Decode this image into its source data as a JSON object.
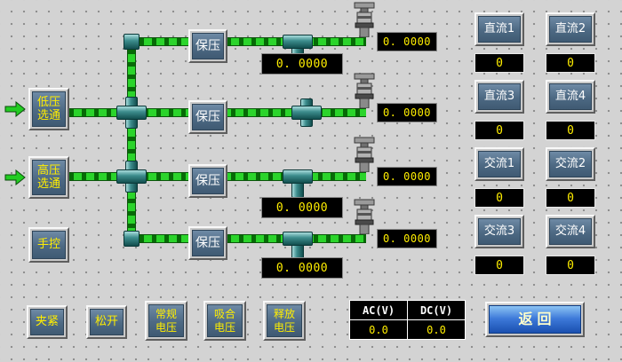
{
  "left_panel": {
    "low_select": {
      "line1": "低压",
      "line2": "选通"
    },
    "high_select": {
      "line1": "高压",
      "line2": "选通"
    },
    "manual": {
      "label": "手控"
    }
  },
  "bottom_panel": {
    "clamp": {
      "label": "夹紧"
    },
    "release": {
      "label": "松开"
    },
    "normal_voltage": {
      "line1": "常规",
      "line2": "电压"
    },
    "pickup_voltage": {
      "line1": "吸合",
      "line2": "电压"
    },
    "release_voltage": {
      "line1": "释放",
      "line2": "电压"
    }
  },
  "pressure_lines": {
    "hold_label": "保压",
    "rows": [
      {
        "line_display": "0. 0000",
        "sensor_display": "0. 0000"
      },
      {
        "sensor_display": "0. 0000"
      },
      {
        "line_display": "0. 0000",
        "sensor_display": "0. 0000"
      },
      {
        "line_display": "0. 0000",
        "sensor_display": "0. 0000"
      }
    ]
  },
  "channel_panel": {
    "channels": [
      {
        "label": "直流1",
        "value": "0"
      },
      {
        "label": "直流2",
        "value": "0"
      },
      {
        "label": "直流3",
        "value": "0"
      },
      {
        "label": "直流4",
        "value": "0"
      },
      {
        "label": "交流1",
        "value": "0"
      },
      {
        "label": "交流2",
        "value": "0"
      },
      {
        "label": "交流3",
        "value": "0"
      },
      {
        "label": "交流4",
        "value": "0"
      }
    ]
  },
  "voltage_table": {
    "ac_header": "AC(V)",
    "dc_header": "DC(V)",
    "ac_value": "0.0",
    "dc_value": "0.0"
  },
  "return_button": {
    "label": "返回"
  },
  "colors": {
    "accent_yellow": "#ffee00",
    "pipe_green": "#2bd42b",
    "fitting_teal": "#3d8d8d",
    "button_face": "#4d6983",
    "display_bg": "#000000",
    "return_blue": "#3c78d8",
    "background": "#d3d3d3"
  }
}
